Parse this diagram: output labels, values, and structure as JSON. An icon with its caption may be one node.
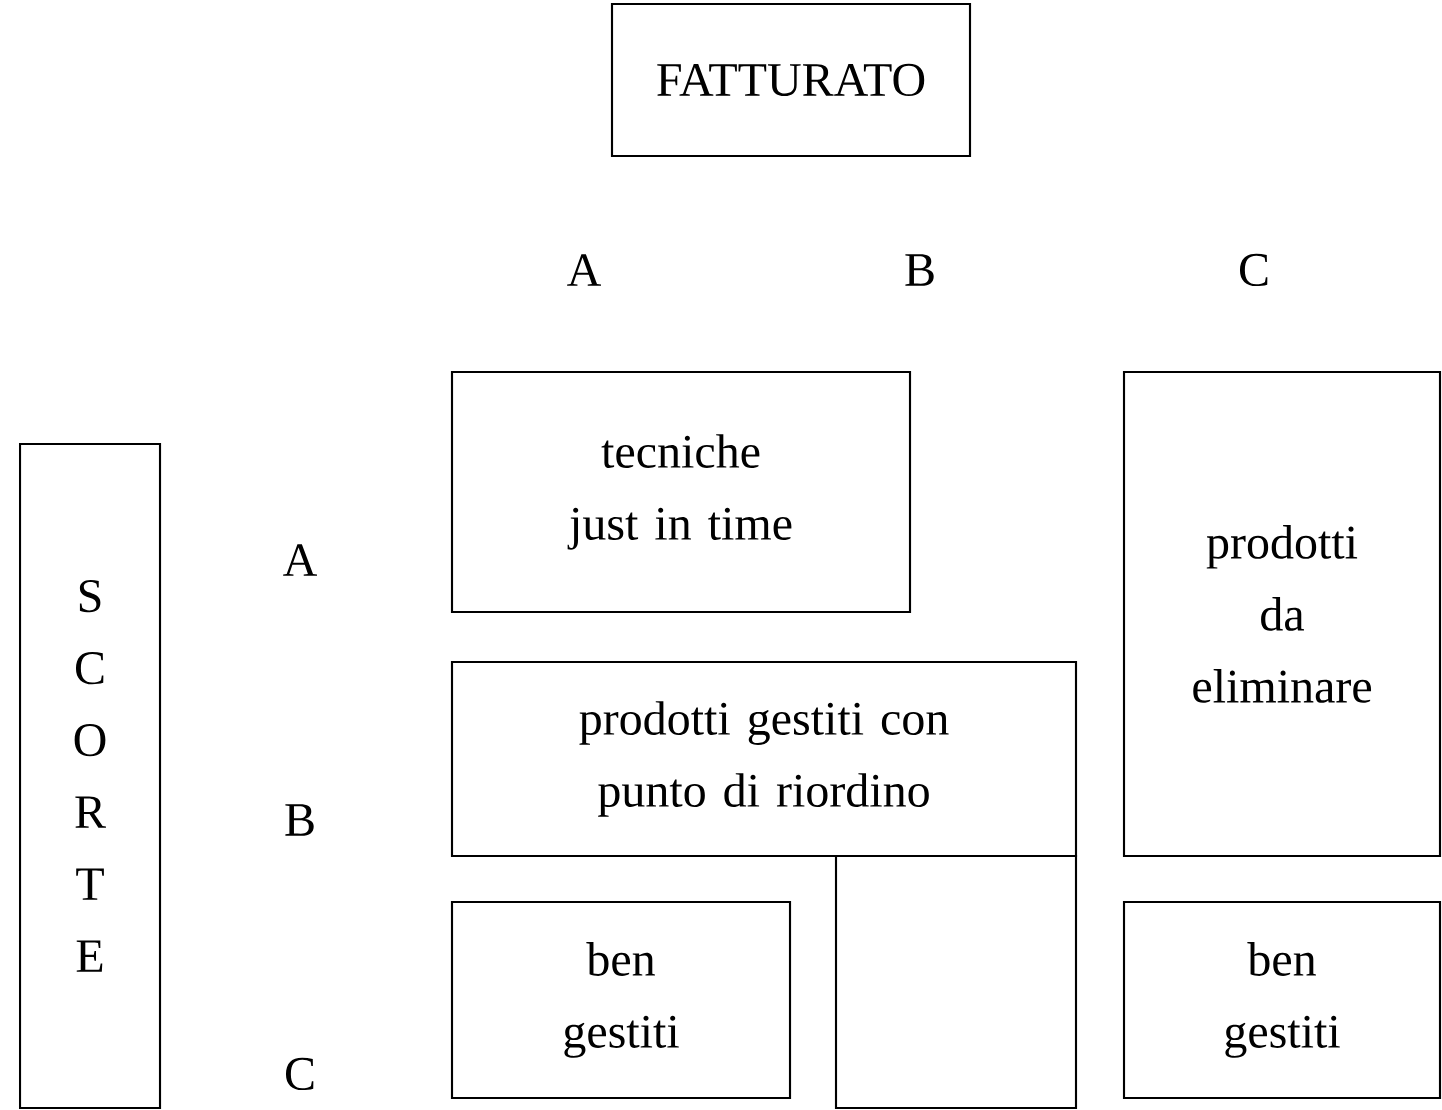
{
  "diagram": {
    "nodes": [
      {
        "text": [
          "FATTURATO"
        ]
      },
      {
        "text": [
          "S C O R T E"
        ]
      },
      {
        "text": [
          "tecniche just in time"
        ]
      },
      {
        "text": [
          "prodotti da eliminare"
        ]
      },
      {
        "text": [
          "prodotti gestiti con punto di riordino"
        ]
      },
      {
        "text": [],
        "shape": "box"
      },
      {
        "text": [
          "ben gestiti"
        ]
      },
      {
        "text": [
          "ben gestiti"
        ]
      }
    ],
    "labels": [
      "A",
      "B",
      "C",
      "A",
      "B",
      "C"
    ]
  }
}
